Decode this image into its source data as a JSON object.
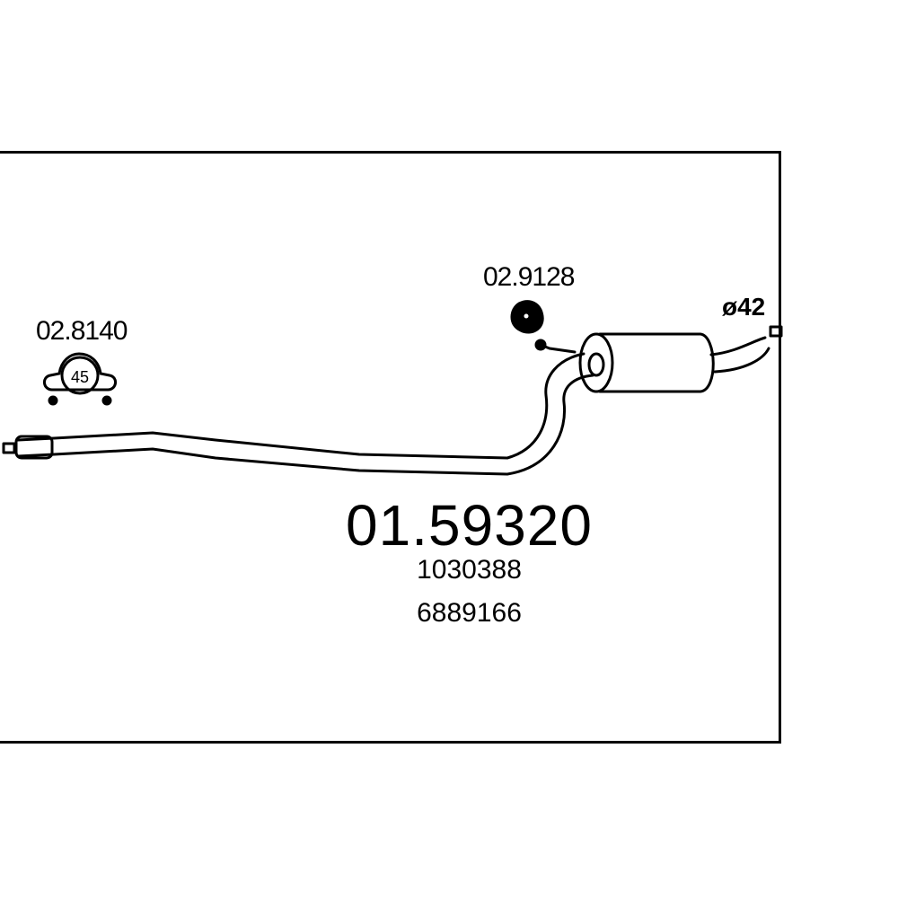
{
  "diagram": {
    "main_part_number": "01.59320",
    "reference_numbers": [
      "1030388",
      "6889166"
    ],
    "components": [
      {
        "part_number": "02.8140",
        "type": "clamp",
        "size_mark": "45"
      },
      {
        "part_number": "02.9128",
        "type": "rubber-hanger"
      }
    ],
    "outlet_diameter": "ø42"
  }
}
